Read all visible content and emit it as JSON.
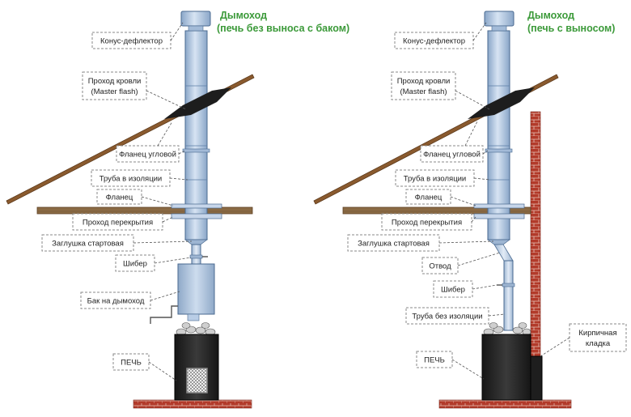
{
  "left": {
    "title_line1": "Дымоход",
    "title_line2": "(печь без выноса с баком)",
    "labels": {
      "cone_deflector": "Конус-дефлектор",
      "roof_pass_1": "Проход кровли",
      "roof_pass_2": "(Master flash)",
      "angle_flange": "Фланец угловой",
      "insulated_pipe": "Труба в изоляции",
      "flange": "Фланец",
      "ceiling_pass": "Проход перекрытия",
      "start_plug": "Заглушка стартовая",
      "damper": "Шибер",
      "tank": "Бак на дымоход",
      "stove": "ПЕЧЬ"
    }
  },
  "right": {
    "title_line1": "Дымоход",
    "title_line2": "(печь с выносом)",
    "labels": {
      "cone_deflector": "Конус-дефлектор",
      "roof_pass_1": "Проход кровли",
      "roof_pass_2": "(Master flash)",
      "angle_flange": "Фланец угловой",
      "insulated_pipe": "Труба в изоляции",
      "flange": "Фланец",
      "ceiling_pass": "Проход перекрытия",
      "start_plug": "Заглушка стартовая",
      "elbow": "Отвод",
      "damper": "Шибер",
      "bare_pipe": "Труба без изоляции",
      "stove": "ПЕЧЬ",
      "brick_1": "Кирпичная",
      "brick_2": "кладка"
    }
  },
  "colors": {
    "title": "#3c9a3a",
    "pipe_fill": "#b9cde6",
    "pipe_stroke": "#4a6a90",
    "roof_beam": "#8a5a2e",
    "floor": "#8a6a44",
    "brick": "#b23a2a",
    "stove": "#262626"
  }
}
